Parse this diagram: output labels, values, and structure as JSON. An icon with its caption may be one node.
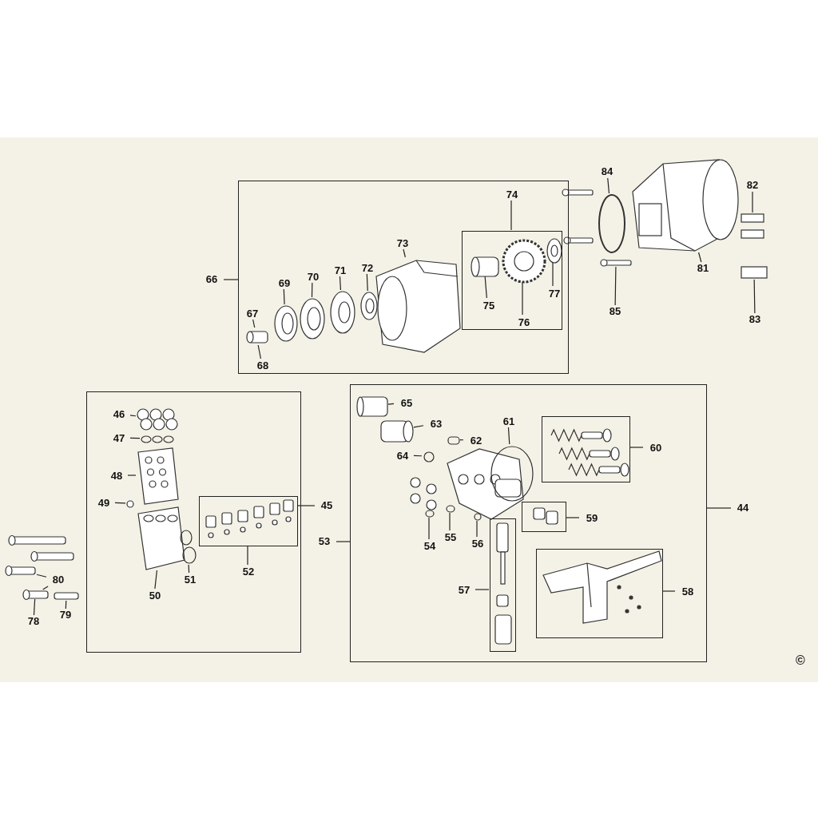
{
  "diagram": {
    "nodes": [
      {
        "text": [],
        "shape": "box"
      },
      {
        "text": [
          "66"
        ]
      },
      {
        "text": [
          "74"
        ],
        "in": 0
      },
      {
        "text": [],
        "shape": "box",
        "in": 0
      },
      {
        "text": [
          "67"
        ],
        "in": 0
      },
      {
        "text": [
          "68"
        ],
        "in": 0
      },
      {
        "text": [
          "69"
        ],
        "in": 0
      },
      {
        "text": [
          "70"
        ],
        "in": 0
      },
      {
        "text": [
          "71"
        ],
        "in": 0
      },
      {
        "text": [
          "72"
        ],
        "in": 0
      },
      {
        "text": [
          "73"
        ],
        "in": 0
      },
      {
        "text": [
          "75"
        ],
        "in": 3
      },
      {
        "text": [
          "76"
        ],
        "in": 3
      },
      {
        "text": [
          "77"
        ],
        "in": 3
      },
      {
        "text": [
          "84"
        ]
      },
      {
        "text": [
          "82"
        ]
      },
      {
        "text": [
          "81"
        ]
      },
      {
        "text": [
          "85"
        ]
      },
      {
        "text": [
          "83"
        ]
      },
      {
        "text": [],
        "shape": "box"
      },
      {
        "text": [
          "46"
        ],
        "in": 19
      },
      {
        "text": [
          "47"
        ],
        "in": 19
      },
      {
        "text": [
          "48"
        ],
        "in": 19
      },
      {
        "text": [
          "49"
        ],
        "in": 19
      },
      {
        "text": [],
        "shape": "box",
        "in": 19
      },
      {
        "text": [
          "45"
        ]
      },
      {
        "text": [
          "50"
        ],
        "in": 19
      },
      {
        "text": [
          "51"
        ],
        "in": 19
      },
      {
        "text": [
          "52"
        ],
        "in": 19
      },
      {
        "text": [],
        "shape": "box"
      },
      {
        "text": [
          "44"
        ]
      },
      {
        "text": [
          "53"
        ]
      },
      {
        "text": [
          "65"
        ],
        "in": 29
      },
      {
        "text": [
          "63"
        ],
        "in": 29
      },
      {
        "text": [
          "61"
        ],
        "in": 29
      },
      {
        "text": [
          "62"
        ],
        "in": 29
      },
      {
        "text": [
          "64"
        ],
        "in": 29
      },
      {
        "text": [],
        "shape": "box",
        "in": 29
      },
      {
        "text": [
          "60"
        ],
        "in": 29
      },
      {
        "text": [],
        "shape": "box",
        "in": 29
      },
      {
        "text": [
          "59"
        ],
        "in": 29
      },
      {
        "text": [
          "54"
        ],
        "in": 29
      },
      {
        "text": [
          "55"
        ],
        "in": 29
      },
      {
        "text": [
          "56"
        ],
        "in": 29
      },
      {
        "text": [],
        "shape": "box",
        "in": 29
      },
      {
        "text": [
          "57"
        ],
        "in": 29
      },
      {
        "text": [],
        "shape": "box",
        "in": 29
      },
      {
        "text": [
          "58"
        ],
        "in": 29
      },
      {
        "text": [
          "80"
        ]
      },
      {
        "text": [
          "78"
        ]
      },
      {
        "text": [
          "79"
        ]
      },
      {
        "text": [],
        "shape": "cylinder",
        "in": 0
      },
      {
        "text": [],
        "shape": "picture",
        "in": 0
      },
      {
        "text": [],
        "shape": "picture",
        "in": 0
      },
      {
        "text": [],
        "shape": "picture",
        "in": 0
      },
      {
        "text": [],
        "shape": "picture",
        "in": 0
      },
      {
        "text": [],
        "shape": "picture",
        "in": 0
      },
      {
        "text": [],
        "shape": "cylinder",
        "in": 3
      },
      {
        "text": [],
        "shape": "picture",
        "in": 3
      },
      {
        "text": [],
        "shape": "picture",
        "in": 3
      },
      {
        "text": [],
        "shape": "circle"
      },
      {
        "text": [],
        "shape": "picture"
      },
      {
        "text": [],
        "shape": "bar"
      },
      {
        "text": [],
        "shape": "picture"
      },
      {
        "text": [],
        "shape": "bar"
      },
      {
        "text": [],
        "shape": "picture",
        "in": 19
      },
      {
        "text": [],
        "shape": "picture",
        "in": 19
      },
      {
        "text": [],
        "shape": "picture",
        "in": 19
      },
      {
        "text": [],
        "shape": "circle",
        "in": 19
      },
      {
        "text": [],
        "shape": "picture",
        "in": 19
      },
      {
        "text": [],
        "shape": "picture",
        "in": 19
      },
      {
        "text": [],
        "shape": "bar"
      },
      {
        "text": [],
        "shape": "bar"
      },
      {
        "text": [],
        "shape": "bar"
      },
      {
        "text": [],
        "shape": "cylinder",
        "in": 29
      },
      {
        "text": [],
        "shape": "cylinder",
        "in": 29
      },
      {
        "text": [],
        "shape": "circle",
        "in": 29
      },
      {
        "text": [],
        "shape": "bar",
        "in": 29
      },
      {
        "text": [],
        "shape": "circle",
        "in": 29
      },
      {
        "text": [],
        "shape": "circle",
        "in": 29
      },
      {
        "text": [],
        "shape": "circle",
        "in": 29
      },
      {
        "text": [],
        "shape": "circle",
        "in": 29
      }
    ],
    "edges": [
      {
        "from": 1,
        "to": 0,
        "arrow": "none"
      },
      {
        "from": 2,
        "to": 3,
        "arrow": "none"
      },
      {
        "from": 4,
        "to": 51,
        "arrow": "none"
      },
      {
        "from": 5,
        "to": 51,
        "arrow": "none"
      },
      {
        "from": 6,
        "to": 52,
        "arrow": "none"
      },
      {
        "from": 7,
        "to": 53,
        "arrow": "none"
      },
      {
        "from": 8,
        "to": 54,
        "arrow": "none"
      },
      {
        "from": 9,
        "to": 55,
        "arrow": "none"
      },
      {
        "from": 10,
        "to": 56,
        "arrow": "none"
      },
      {
        "from": 11,
        "to": 57,
        "arrow": "none"
      },
      {
        "from": 12,
        "to": 58,
        "arrow": "none"
      },
      {
        "from": 13,
        "to": 59,
        "arrow": "none"
      },
      {
        "from": 14,
        "to": 60,
        "arrow": "none"
      },
      {
        "from": 15,
        "to": 63,
        "arrow": "none"
      },
      {
        "from": 16,
        "to": 61,
        "arrow": "none"
      },
      {
        "from": 17,
        "to": 62,
        "arrow": "none"
      },
      {
        "from": 18,
        "to": 64,
        "arrow": "none"
      },
      {
        "from": 20,
        "to": 65,
        "arrow": "none"
      },
      {
        "from": 21,
        "to": 66,
        "arrow": "none"
      },
      {
        "from": 22,
        "to": 67,
        "arrow": "none"
      },
      {
        "from": 23,
        "to": 68,
        "arrow": "none"
      },
      {
        "from": 25,
        "to": 24,
        "arrow": "none"
      },
      {
        "from": 26,
        "to": 69,
        "arrow": "none"
      },
      {
        "from": 27,
        "to": 70,
        "arrow": "none"
      },
      {
        "from": 28,
        "to": 24,
        "arrow": "none"
      },
      {
        "from": 30,
        "to": 29,
        "arrow": "none"
      },
      {
        "from": 31,
        "to": 29,
        "arrow": "none"
      },
      {
        "from": 32,
        "to": 74,
        "arrow": "none"
      },
      {
        "from": 33,
        "to": 75,
        "arrow": "none"
      },
      {
        "from": 34,
        "to": 76,
        "arrow": "none"
      },
      {
        "from": 35,
        "to": 77,
        "arrow": "none"
      },
      {
        "from": 36,
        "to": 78,
        "arrow": "none"
      },
      {
        "from": 38,
        "to": 37,
        "arrow": "none"
      },
      {
        "from": 40,
        "to": 39,
        "arrow": "none"
      },
      {
        "from": 41,
        "to": 79,
        "arrow": "none"
      },
      {
        "from": 42,
        "to": 80,
        "arrow": "none"
      },
      {
        "from": 43,
        "to": 81,
        "arrow": "none"
      },
      {
        "from": 45,
        "to": 44,
        "arrow": "none"
      },
      {
        "from": 47,
        "to": 46,
        "arrow": "none"
      },
      {
        "from": 48,
        "to": 71,
        "arrow": "none"
      },
      {
        "from": 48,
        "to": 72,
        "arrow": "none"
      },
      {
        "from": 49,
        "to": 72,
        "arrow": "none"
      },
      {
        "from": 50,
        "to": 73,
        "arrow": "none"
      }
    ],
    "labels": [
      "©"
    ]
  }
}
